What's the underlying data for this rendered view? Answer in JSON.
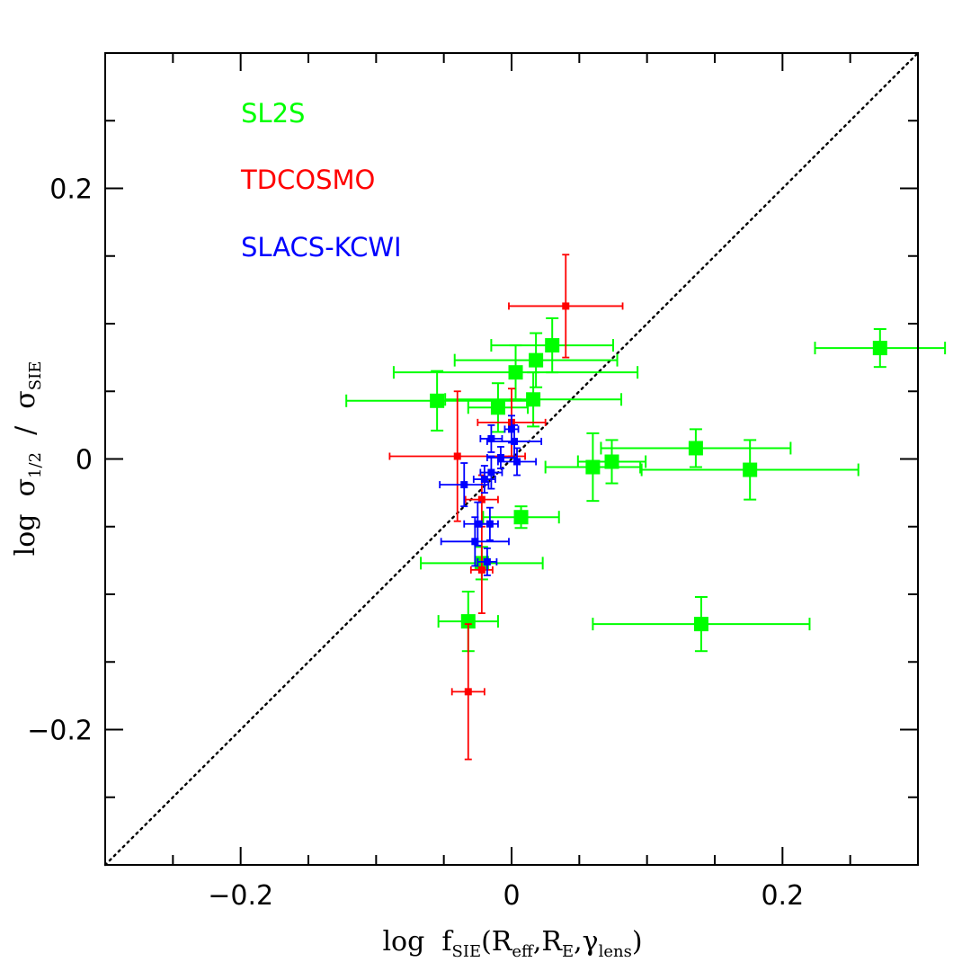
{
  "chart_data": {
    "type": "scatter",
    "xlim": [
      -0.3,
      0.3
    ],
    "ylim": [
      -0.3,
      0.3
    ],
    "x_ticks": [
      -0.2,
      0,
      0.2
    ],
    "y_ticks": [
      -0.2,
      0,
      0.2
    ],
    "x_tick_labels": [
      "−0.2",
      "0",
      "0.2"
    ],
    "y_tick_labels": [
      "−0.2",
      "0",
      "0.2"
    ],
    "xlabel": {
      "main": "log  f",
      "sub1": "SIE",
      "args": "(R",
      "sub2": "eff",
      "mid": ",R",
      "sub3": "E",
      "gamma": ",γ",
      "sub4": "lens",
      "close": ")"
    },
    "ylabel": {
      "main": "log  σ",
      "sub1": "1/2",
      "slash": "  /  σ",
      "sub2": "SIE"
    },
    "reference_line": "y = x (dotted)",
    "grid": false,
    "legend_position": "top-left",
    "series": [
      {
        "name": "SL2S",
        "color": "#00ff00",
        "points": [
          {
            "x": 0.03,
            "y": 0.084,
            "xerr": 0.045,
            "yerr": 0.02
          },
          {
            "x": 0.018,
            "y": 0.073,
            "xerr": 0.06,
            "yerr": 0.02
          },
          {
            "x": 0.003,
            "y": 0.064,
            "xerr": 0.09,
            "yerr": 0.02
          },
          {
            "x": -0.055,
            "y": 0.043,
            "xerr": 0.067,
            "yerr": 0.022
          },
          {
            "x": -0.01,
            "y": 0.038,
            "xerr": 0.022,
            "yerr": 0.018
          },
          {
            "x": 0.016,
            "y": 0.044,
            "xerr": 0.065,
            "yerr": 0.02
          },
          {
            "x": 0.06,
            "y": -0.006,
            "xerr": 0.035,
            "yerr": 0.025
          },
          {
            "x": 0.074,
            "y": -0.002,
            "xerr": 0.025,
            "yerr": 0.016
          },
          {
            "x": 0.136,
            "y": 0.008,
            "xerr": 0.07,
            "yerr": 0.014
          },
          {
            "x": 0.176,
            "y": -0.008,
            "xerr": 0.08,
            "yerr": 0.022
          },
          {
            "x": 0.272,
            "y": 0.082,
            "xerr": 0.048,
            "yerr": 0.014
          },
          {
            "x": 0.007,
            "y": -0.043,
            "xerr": 0.028,
            "yerr": 0.008
          },
          {
            "x": -0.022,
            "y": -0.077,
            "xerr": 0.045,
            "yerr": 0.012
          },
          {
            "x": -0.032,
            "y": -0.12,
            "xerr": 0.022,
            "yerr": 0.022
          },
          {
            "x": 0.14,
            "y": -0.122,
            "xerr": 0.08,
            "yerr": 0.02
          }
        ]
      },
      {
        "name": "TDCOSMO",
        "color": "#ff0000",
        "points": [
          {
            "x": 0.04,
            "y": 0.113,
            "xerr": 0.042,
            "yerr": 0.038
          },
          {
            "x": -0.04,
            "y": 0.002,
            "xerr": 0.05,
            "yerr": 0.048
          },
          {
            "x": 0.0,
            "y": 0.027,
            "xerr": 0.025,
            "yerr": 0.025
          },
          {
            "x": -0.022,
            "y": -0.03,
            "xerr": 0.012,
            "yerr": 0.018
          },
          {
            "x": -0.022,
            "y": -0.082,
            "xerr": 0.008,
            "yerr": 0.032
          },
          {
            "x": -0.032,
            "y": -0.172,
            "xerr": 0.012,
            "yerr": 0.05
          }
        ]
      },
      {
        "name": "SLACS-KCWI",
        "color": "#0000ff",
        "points": [
          {
            "x": 0.0,
            "y": 0.022,
            "xerr": 0.005,
            "yerr": 0.01
          },
          {
            "x": 0.002,
            "y": 0.013,
            "xerr": 0.02,
            "yerr": 0.012
          },
          {
            "x": -0.015,
            "y": 0.015,
            "xerr": 0.008,
            "yerr": 0.01
          },
          {
            "x": -0.008,
            "y": 0.001,
            "xerr": 0.01,
            "yerr": 0.008
          },
          {
            "x": 0.004,
            "y": -0.002,
            "xerr": 0.014,
            "yerr": 0.01
          },
          {
            "x": -0.015,
            "y": -0.01,
            "xerr": 0.008,
            "yerr": 0.012
          },
          {
            "x": -0.02,
            "y": -0.015,
            "xerr": 0.008,
            "yerr": 0.01
          },
          {
            "x": -0.035,
            "y": -0.019,
            "xerr": 0.018,
            "yerr": 0.016
          },
          {
            "x": -0.025,
            "y": -0.048,
            "xerr": 0.01,
            "yerr": 0.016
          },
          {
            "x": -0.016,
            "y": -0.048,
            "xerr": 0.006,
            "yerr": 0.012
          },
          {
            "x": -0.027,
            "y": -0.061,
            "xerr": 0.025,
            "yerr": 0.018
          },
          {
            "x": -0.018,
            "y": -0.076,
            "xerr": 0.007,
            "yerr": 0.01
          }
        ]
      }
    ]
  }
}
